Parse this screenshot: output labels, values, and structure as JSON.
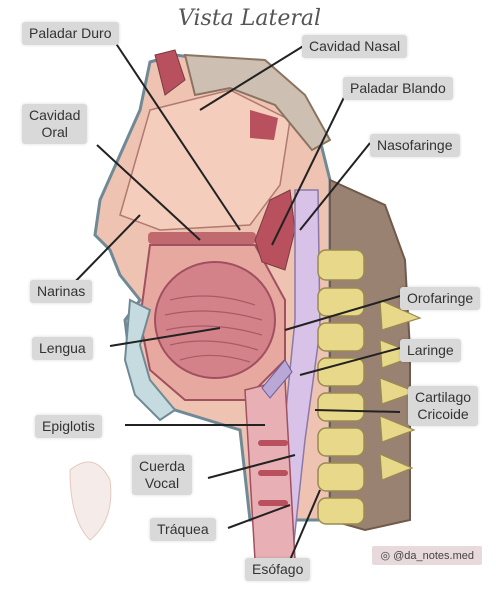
{
  "title": "Vista Lateral",
  "watermark": "@da_notes.med",
  "labels": {
    "paladar_duro": "Paladar Duro",
    "cavidad_nasal": "Cavidad Nasal",
    "paladar_blando": "Paladar Blando",
    "cavidad_oral_1": "Cavidad",
    "cavidad_oral_2": "Oral",
    "nasofaringe": "Nasofaringe",
    "narinas": "Narinas",
    "orofaringe": "Orofaringe",
    "lengua": "Lengua",
    "laringe": "Laringe",
    "cartilago_1": "Cartilago",
    "cartilago_2": "Cricoide",
    "epiglotis": "Epiglotis",
    "cuerda_1": "Cuerda",
    "cuerda_2": "Vocal",
    "traquea": "Tráquea",
    "esofago": "Esófago"
  },
  "colors": {
    "skin": "#efc3b2",
    "tissue": "#e7a8a0",
    "dark_red": "#b8505e",
    "bone": "#e8d98a",
    "purple": "#d8c2e8",
    "gray_blue": "#9fb0b8",
    "brown": "#8a7460"
  },
  "icons": [
    "watermark-icon"
  ]
}
